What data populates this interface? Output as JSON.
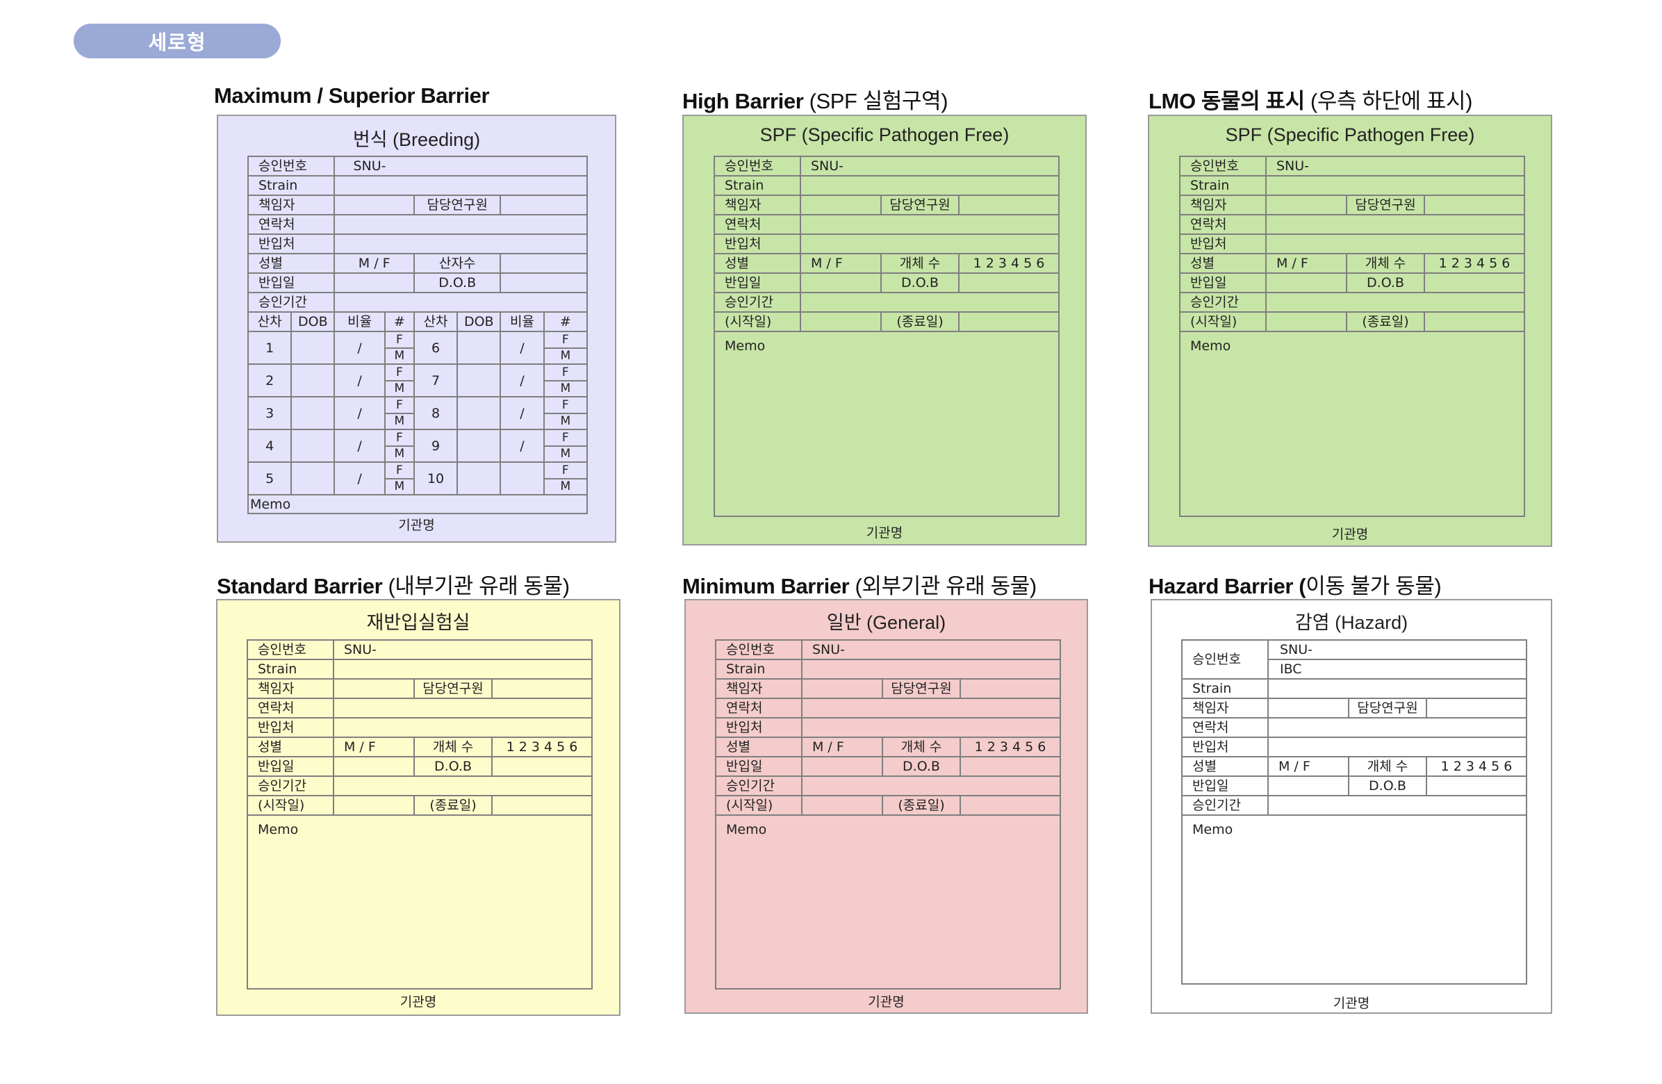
{
  "page_label": "세로형",
  "labels": {
    "approval_no": "승인번호",
    "strain": "Strain",
    "pi": "책임자",
    "researcher": "담당연구원",
    "contact": "연락처",
    "move_in": "반입처",
    "sex": "성별",
    "sex_value": "M / F",
    "parity": "산자수",
    "count": "개체 수",
    "count_values": "1 2 3 4 5 6",
    "import_date": "반입일",
    "dob": "D.O.B",
    "approval_period": "승인기간",
    "start": "(시작일)",
    "end": "(종료일)",
    "memo": "Memo",
    "institution": "기관명",
    "snu": "SNU-",
    "ibc": "IBC"
  },
  "breeding_table": {
    "headers": [
      "산차",
      "DOB",
      "비율",
      "#",
      "산차",
      "DOB",
      "비율",
      "#"
    ],
    "rows": [
      {
        "left_no": "1",
        "right_no": "6",
        "right_slash": true
      },
      {
        "left_no": "2",
        "right_no": "7",
        "right_slash": true
      },
      {
        "left_no": "3",
        "right_no": "8",
        "right_slash": true
      },
      {
        "left_no": "4",
        "right_no": "9",
        "right_slash": true
      },
      {
        "left_no": "5",
        "right_no": "10",
        "right_slash": false
      }
    ],
    "slash": "/",
    "f": "F",
    "m": "M"
  },
  "cards": [
    {
      "id": "maximum",
      "title_bold": "Maximum / Superior Barrier",
      "title_rest": "",
      "header": "번식 (Breeding)",
      "bg": "#e4e3fb",
      "type": "breeding"
    },
    {
      "id": "high",
      "title_bold": "High Barrier",
      "title_rest": " (SPF 실험구역)",
      "header": "SPF (Specific Pathogen Free)",
      "bg": "#c7e5a7",
      "type": "spf"
    },
    {
      "id": "lmo",
      "title_bold": "LMO 동물의 표시",
      "title_rest": " (우측 하단에 표시)",
      "header": "SPF (Specific Pathogen Free)",
      "bg": "#c7e5a7",
      "type": "spf"
    },
    {
      "id": "standard",
      "title_bold": "Standard Barrier",
      "title_rest": " (내부기관 유래 동물)",
      "header": "재반입실험실",
      "bg": "#fdfccb",
      "type": "standard"
    },
    {
      "id": "minimum",
      "title_bold": "Minimum Barrier",
      "title_rest": " (외부기관 유래 동물)",
      "header": "일반 (General)",
      "bg": "#f4cccb",
      "type": "standard"
    },
    {
      "id": "hazard",
      "title_bold": "Hazard Barrier (",
      "title_rest": "이동 불가 동물)",
      "header": "감염 (Hazard)",
      "bg": "#ffffff",
      "type": "hazard"
    }
  ]
}
